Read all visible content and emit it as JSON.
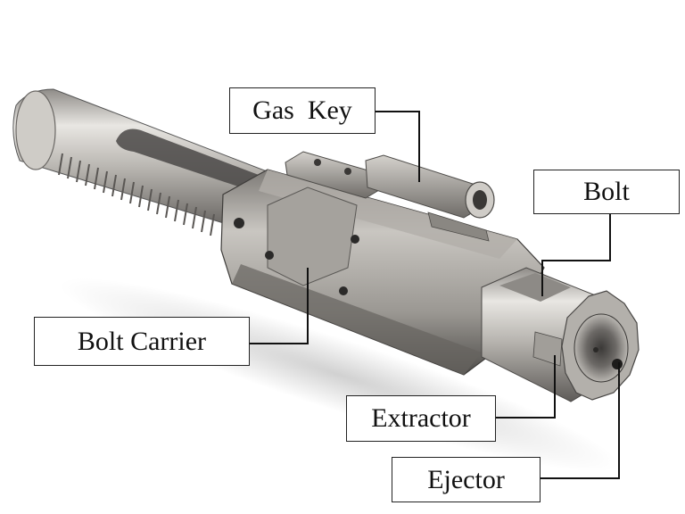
{
  "labels": {
    "gas_key": "Gas  Key",
    "bolt": "Bolt",
    "bolt_carrier": "Bolt Carrier",
    "extractor": "Extractor",
    "ejector": "Ejector"
  },
  "colors": {
    "background": "#ffffff",
    "metal_light": "#d9d6d0",
    "metal_mid": "#9c9994",
    "metal_dark": "#4a4846",
    "line": "#111111"
  }
}
